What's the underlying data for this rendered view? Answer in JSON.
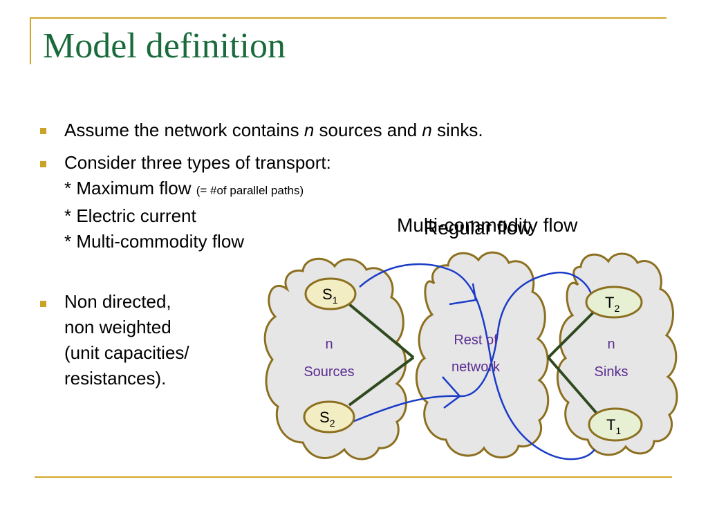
{
  "slide": {
    "title": "Model definition",
    "bullets": [
      {
        "prefix": "Assume the network contains ",
        "italic1": "n",
        "middle": " sources and ",
        "italic2": "n",
        "suffix": " sinks."
      },
      {
        "line1": "Consider three types of transport:",
        "line2": "* Maximum flow ",
        "line2_note": "(= #of parallel paths)",
        "line3": "* Electric current",
        "line4": "* Multi-commodity flow"
      },
      {
        "line1": "Non directed,",
        "line2": "non weighted",
        "line3": "(unit capacities/",
        "line4": "resistances)."
      }
    ]
  },
  "diagram": {
    "caption_multi": "Multi-commodity flow",
    "caption_regular": "Regular flow",
    "sources_cloud": {
      "line1": "n",
      "line2": "Sources"
    },
    "middle_cloud": {
      "line1": "Rest of",
      "line2": "network"
    },
    "sinks_cloud": {
      "line1": "n",
      "line2": "Sinks"
    },
    "nodes": {
      "s1": {
        "letter": "S",
        "index": "1"
      },
      "s2": {
        "letter": "S",
        "index": "2"
      },
      "t1": {
        "letter": "T",
        "index": "1"
      },
      "t2": {
        "letter": "T",
        "index": "2"
      }
    },
    "colors": {
      "cloud_fill": "#e6e6e6",
      "cloud_stroke": "#8c6f1f",
      "node_fill": "#f3edc4",
      "node_fill_sink": "#e8f0d4",
      "edge": "#2e4a1e",
      "flow": "#1b3cc7",
      "label": "#5b2d91"
    }
  }
}
